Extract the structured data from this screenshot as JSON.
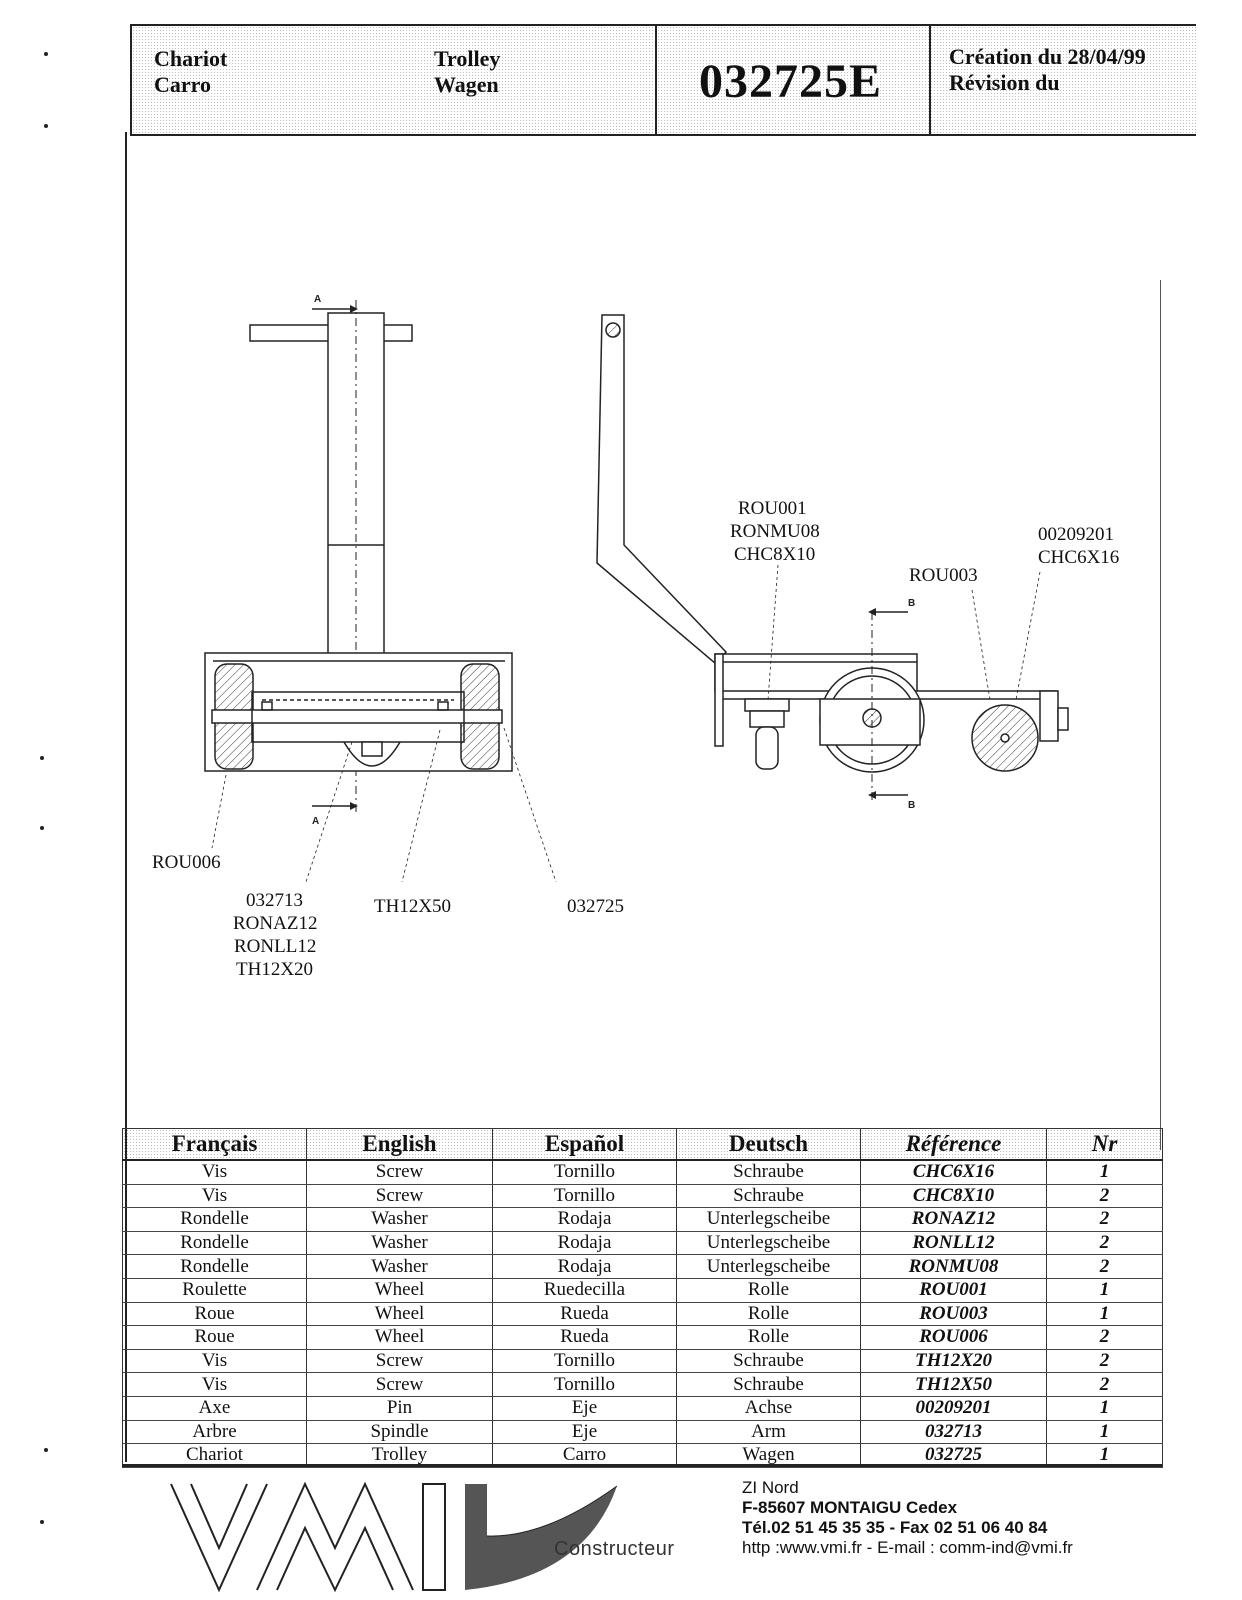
{
  "header": {
    "name_fr": "Chariot",
    "name_es": "Carro",
    "name_en": "Trolley",
    "name_de": "Wagen",
    "part_number": "032725E",
    "creation": "Création du 28/04/99",
    "revision": "Révision du"
  },
  "drawing": {
    "section_marks": {
      "a": "A",
      "b": "B"
    },
    "labels": {
      "rou001": "ROU001",
      "ronmu08": "RONMU08",
      "chc8x10": "CHC8X10",
      "p00209201": "00209201",
      "chc6x16": "CHC6X16",
      "rou003": "ROU003",
      "rou006": "ROU006",
      "p032713": "032713",
      "ronaz12": "RONAZ12",
      "ronll12": "RONLL12",
      "th12x20": "TH12X20",
      "th12x50": "TH12X50",
      "p032725": "032725"
    }
  },
  "table": {
    "headers": [
      "Français",
      "English",
      "Español",
      "Deutsch",
      "Référence",
      "Nr"
    ],
    "rows": [
      [
        "Vis",
        "Screw",
        "Tornillo",
        "Schraube",
        "CHC6X16",
        "1"
      ],
      [
        "Vis",
        "Screw",
        "Tornillo",
        "Schraube",
        "CHC8X10",
        "2"
      ],
      [
        "Rondelle",
        "Washer",
        "Rodaja",
        "Unterlegscheibe",
        "RONAZ12",
        "2"
      ],
      [
        "Rondelle",
        "Washer",
        "Rodaja",
        "Unterlegscheibe",
        "RONLL12",
        "2"
      ],
      [
        "Rondelle",
        "Washer",
        "Rodaja",
        "Unterlegscheibe",
        "RONMU08",
        "2"
      ],
      [
        "Roulette",
        "Wheel",
        "Ruedecilla",
        "Rolle",
        "ROU001",
        "1"
      ],
      [
        "Roue",
        "Wheel",
        "Rueda",
        "Rolle",
        "ROU003",
        "1"
      ],
      [
        "Roue",
        "Wheel",
        "Rueda",
        "Rolle",
        "ROU006",
        "2"
      ],
      [
        "Vis",
        "Screw",
        "Tornillo",
        "Schraube",
        "TH12X20",
        "2"
      ],
      [
        "Vis",
        "Screw",
        "Tornillo",
        "Schraube",
        "TH12X50",
        "2"
      ],
      [
        "Axe",
        "Pin",
        "Eje",
        "Achse",
        "00209201",
        "1"
      ],
      [
        "Arbre",
        "Spindle",
        "Eje",
        "Arm",
        "032713",
        "1"
      ],
      [
        "Chariot",
        "Trolley",
        "Carro",
        "Wagen",
        "032725",
        "1"
      ]
    ]
  },
  "footer": {
    "logo_text": "VMI",
    "constructeur": "Constructeur",
    "address_1": "ZI Nord",
    "address_2": "F-85607 MONTAIGU Cedex",
    "phone_fax": "Tél.02 51 45 35 35  - Fax  02 51 06 40 84",
    "web_email": "http :www.vmi.fr  -  E-mail : comm-ind@vmi.fr"
  }
}
